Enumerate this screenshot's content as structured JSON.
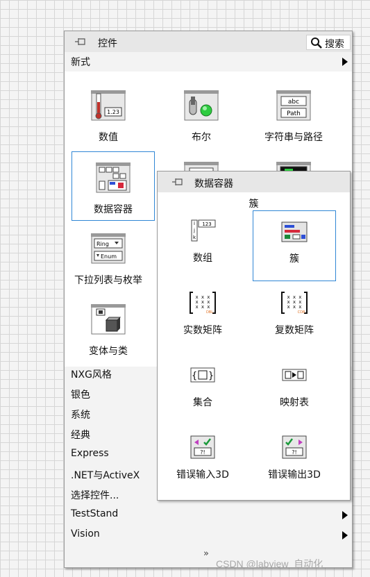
{
  "palette": {
    "title": "控件",
    "search_label": "搜索",
    "top_category": "新式",
    "items": [
      {
        "label": "数值",
        "icon": "numeric-icon"
      },
      {
        "label": "布尔",
        "icon": "boolean-icon"
      },
      {
        "label": "字符串与路径",
        "icon": "string-path-icon"
      },
      {
        "label": "数据容器",
        "icon": "data-container-icon"
      },
      {
        "label": "下拉列表与枚举",
        "icon": "ring-enum-icon"
      },
      {
        "label": "变体与类",
        "icon": "variant-class-icon"
      }
    ],
    "categories": [
      {
        "label": "NXG风格"
      },
      {
        "label": "银色"
      },
      {
        "label": "系统"
      },
      {
        "label": "经典"
      },
      {
        "label": "Express"
      },
      {
        "label": ".NET与ActiveX"
      },
      {
        "label": "选择控件..."
      },
      {
        "label": "TestStand"
      },
      {
        "label": "Vision"
      }
    ],
    "expand_glyph": "»"
  },
  "subpalette": {
    "title": "数据容器",
    "hover_caption": "簇",
    "items": [
      {
        "label": "数组",
        "icon": "array-icon"
      },
      {
        "label": "簇",
        "icon": "cluster-icon"
      },
      {
        "label": "实数矩阵",
        "icon": "real-matrix-icon"
      },
      {
        "label": "复数矩阵",
        "icon": "complex-matrix-icon"
      },
      {
        "label": "集合",
        "icon": "set-icon"
      },
      {
        "label": "映射表",
        "icon": "map-icon"
      },
      {
        "label": "错误输入3D",
        "icon": "error-in-icon"
      },
      {
        "label": "错误输出3D",
        "icon": "error-out-icon"
      }
    ]
  },
  "watermark": "CSDN @labview_自动化",
  "colors": {
    "accent": "#2f86d5",
    "header_bg": "#e7e7e7"
  }
}
